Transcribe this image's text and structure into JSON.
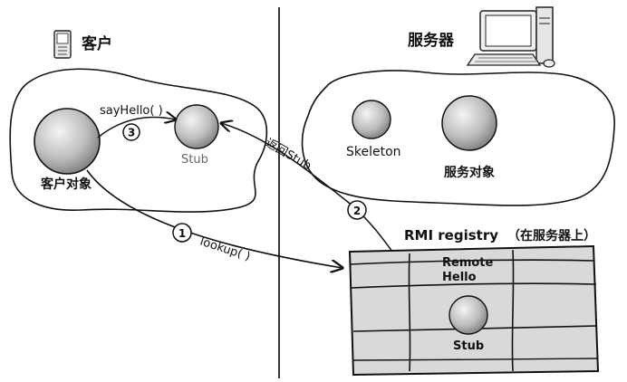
{
  "client": {
    "title": "客户",
    "object_label": "客户对象",
    "stub_label": "Stub",
    "method_call": "sayHello( )",
    "lookup_call": "lookup( )",
    "step_lookup": "1",
    "step_call": "3"
  },
  "server": {
    "title": "服务器",
    "skeleton_label": "Skeleton",
    "object_label": "服务对象",
    "return_label": "返回Stub",
    "step_return": "2"
  },
  "registry": {
    "title": "RMI registry",
    "note": "（在服务器上）",
    "entry_line1": "Remote",
    "entry_line2": "Hello",
    "stub_label": "Stub"
  },
  "colors": {
    "ink": "#111111",
    "ball_light": "#f2f2f2",
    "ball_dark": "#8a8a8a",
    "registry_fill": "#d9d9d9"
  }
}
